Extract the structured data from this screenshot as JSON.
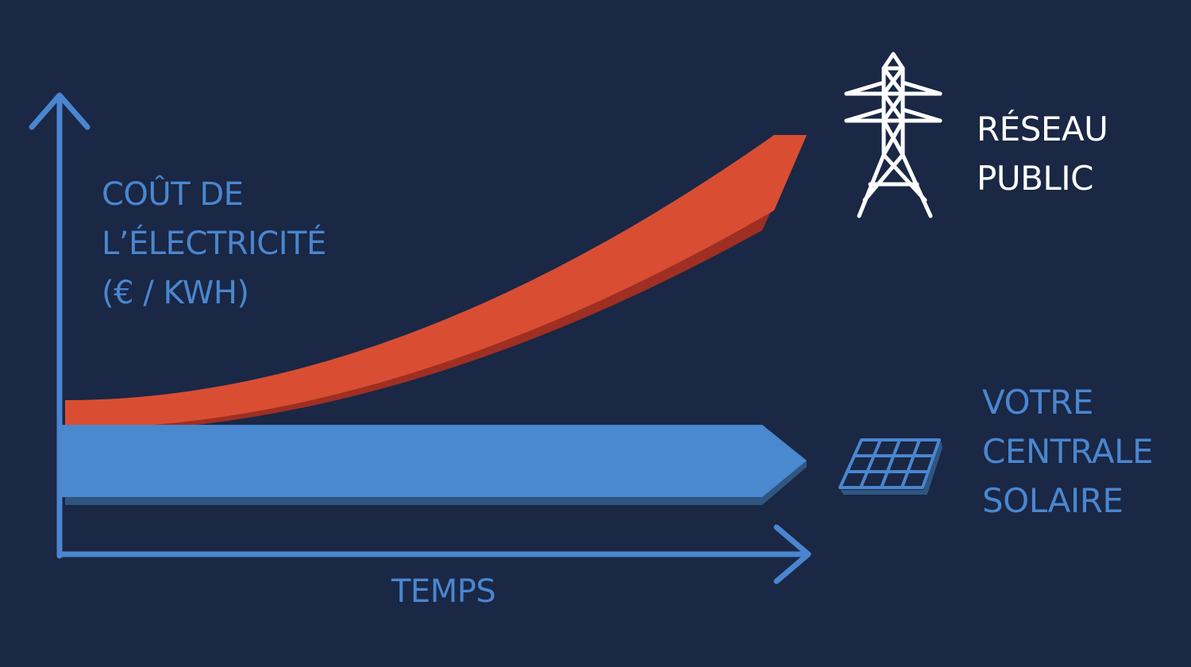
{
  "axes": {
    "y_label_lines": [
      "COÛT DE",
      "L’ÉLECTRICITÉ",
      "(€ / KWH)"
    ],
    "x_label": "TEMPS"
  },
  "legend": {
    "grid_lines": [
      "RÉSEAU",
      "PUBLIC"
    ],
    "solar_lines": [
      "VOTRE",
      "CENTRALE",
      "SOLAIRE"
    ]
  },
  "colors": {
    "background": "#1a2745",
    "axis": "#4a86cf",
    "grid_band": "#d94e33",
    "grid_band_shadow": "#9e2f22",
    "solar_band": "#4a88cf",
    "solar_band_shadow": "#2e5680",
    "grid_text": "#ffffff",
    "solar_text": "#4a86cf"
  },
  "icons": {
    "grid": "power-pylon-icon",
    "solar": "solar-panel-icon"
  }
}
